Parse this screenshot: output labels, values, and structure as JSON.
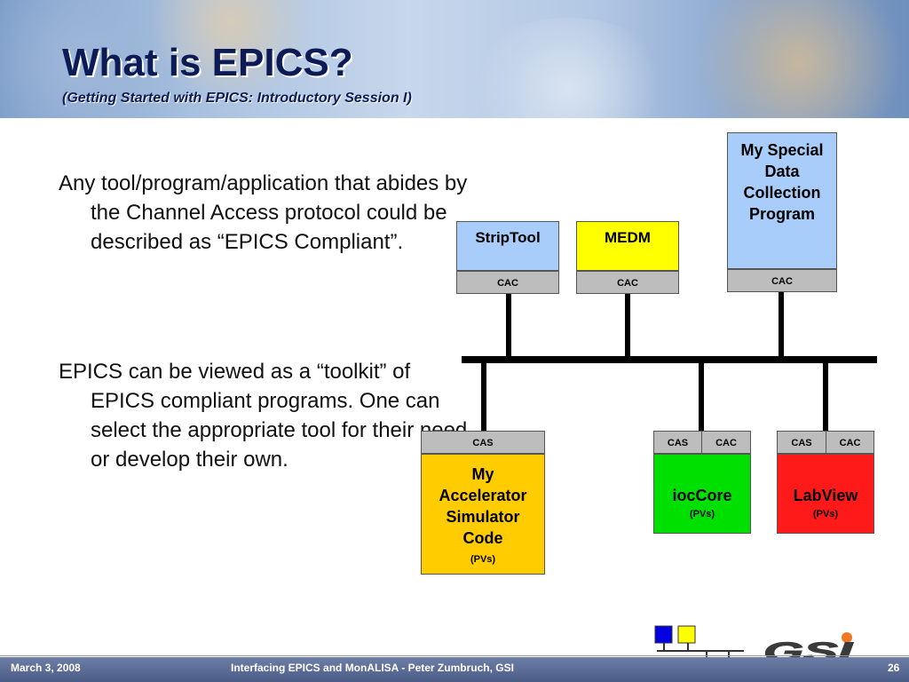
{
  "slide": {
    "title": "What is EPICS?",
    "subtitle": "(Getting Started with EPICS: Introductory Session I)"
  },
  "body": {
    "paragraphs": [
      "Any tool/program/application that abides by the Channel Access protocol could be described as “EPICS Compliant”.",
      "EPICS can be viewed as a “toolkit” of EPICS compliant programs. One can select the appropriate tool for their need or develop their own."
    ]
  },
  "diagram": {
    "clients": [
      {
        "label": "StripTool",
        "interface": "CAC",
        "color": "#a8cdfa"
      },
      {
        "label": "MEDM",
        "interface": "CAC",
        "color": "#ffff00"
      },
      {
        "label": "My Special Data Collection Program",
        "interface": "CAC",
        "color": "#a8cdfa"
      }
    ],
    "servers": [
      {
        "label": "My Accelerator Simulator Code",
        "pvs": "(PVs)",
        "interfaces": [
          "CAS"
        ],
        "color": "#ffcc00"
      },
      {
        "label": "iocCore",
        "pvs": "(PVs)",
        "interfaces": [
          "CAS",
          "CAC"
        ],
        "color": "#00e000"
      },
      {
        "label": "LabView",
        "pvs": "(PVs)",
        "interfaces": [
          "CAS",
          "CAC"
        ],
        "color": "#ff1a1a"
      }
    ]
  },
  "footer": {
    "date": "March 3, 2008",
    "center": "Interfacing EPICS and MonALISA - Peter Zumbruch, GSI",
    "page": "26",
    "logo_text": "GSI",
    "logo_colors": [
      "#0000e0",
      "#ffff00",
      "#00d000",
      "#ff0000"
    ]
  }
}
